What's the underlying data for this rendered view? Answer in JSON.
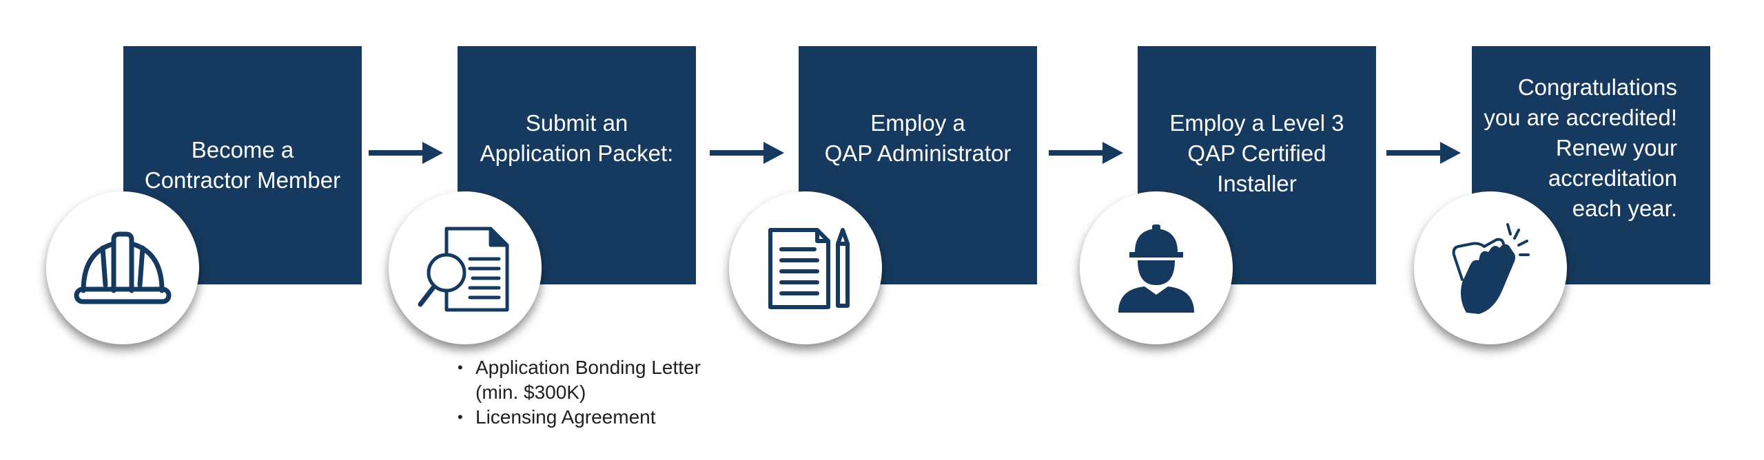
{
  "colors": {
    "box": "#163a5f",
    "icon": "#163a5f",
    "arrow": "#163a5f"
  },
  "steps": [
    {
      "lines": [
        "Become a",
        "Contractor Member"
      ],
      "icon": "hard-hat-icon"
    },
    {
      "lines": [
        "Submit an",
        "Application Packet:"
      ],
      "icon": "document-magnifier-icon",
      "bullets": [
        {
          "lines": [
            "Application Bonding Letter",
            "(min. $300K)"
          ]
        },
        {
          "lines": [
            "Licensing Agreement"
          ]
        }
      ]
    },
    {
      "lines": [
        "Employ a",
        "QAP Administrator"
      ],
      "icon": "notepad-pencil-icon"
    },
    {
      "lines": [
        "Employ a Level 3",
        "QAP Certified Installer"
      ],
      "icon": "installer-worker-icon"
    },
    {
      "lines": [
        "Congratulations",
        "you are accredited!",
        "Renew your",
        "accreditation",
        "each year."
      ],
      "icon": "clapping-hands-icon"
    }
  ]
}
